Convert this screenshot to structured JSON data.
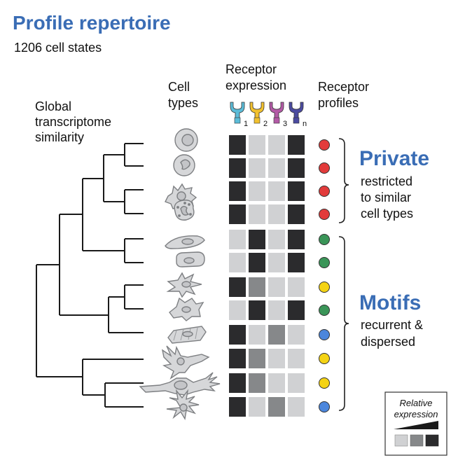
{
  "title": "Profile repertoire",
  "subtitle": "1206 cell states",
  "headers": {
    "dendrogram": [
      "Global",
      "transcriptome",
      "similarity"
    ],
    "cell_types": [
      "Cell",
      "types"
    ],
    "receptor_expression": [
      "Receptor",
      "expression"
    ],
    "receptor_profiles": [
      "Receptor",
      "profiles"
    ]
  },
  "receptors": [
    {
      "label": "1",
      "color": "#5bbcd8"
    },
    {
      "label": "2",
      "color": "#f2c12e"
    },
    {
      "label": "3",
      "color": "#b35aa6"
    },
    {
      "label": "n",
      "color": "#4b4ba0"
    }
  ],
  "groups": {
    "private": {
      "title": "Private",
      "desc": [
        "restricted",
        "to similar",
        "cell types"
      ]
    },
    "motifs": {
      "title": "Motifs",
      "desc": [
        "recurrent &",
        "dispersed"
      ]
    }
  },
  "legend": {
    "title": [
      "Relative",
      "expression"
    ]
  },
  "colors": {
    "title_blue": "#3a6db5",
    "expr_low": "#d0d1d3",
    "expr_mid": "#86888a",
    "expr_high": "#2b2b2d",
    "cell_fill": "#d6d7d9",
    "cell_stroke": "#7d7f82"
  },
  "profile_colors": {
    "red": "#e23b3b",
    "green": "#3a9558",
    "yellow": "#f4d314",
    "blue": "#4b86dc"
  },
  "rows": [
    {
      "cell": "round-cell-icon",
      "expression": [
        2,
        0,
        0,
        2
      ],
      "profile": "red"
    },
    {
      "cell": "kidney-nucleus-cell-icon",
      "expression": [
        2,
        0,
        0,
        2
      ],
      "profile": "red"
    },
    {
      "cell": "spiky-cell-icon",
      "expression": [
        2,
        0,
        0,
        2
      ],
      "profile": "red"
    },
    {
      "cell": "granular-cell-icon",
      "expression": [
        2,
        0,
        0,
        2
      ],
      "profile": "red"
    },
    {
      "cell": "spindle-cell-icon",
      "expression": [
        0,
        2,
        0,
        2
      ],
      "profile": "green"
    },
    {
      "cell": "epithelial-cell-icon",
      "expression": [
        0,
        2,
        0,
        2
      ],
      "profile": "green"
    },
    {
      "cell": "fibroblast-cell-icon",
      "expression": [
        2,
        1,
        0,
        0
      ],
      "profile": "yellow"
    },
    {
      "cell": "stellate-cell-icon",
      "expression": [
        0,
        2,
        0,
        2
      ],
      "profile": "green"
    },
    {
      "cell": "muscle-cell-icon",
      "expression": [
        2,
        0,
        1,
        0
      ],
      "profile": "blue"
    },
    {
      "cell": "pyramidal-neuron-icon",
      "expression": [
        2,
        1,
        0,
        0
      ],
      "profile": "yellow"
    },
    {
      "cell": "bipolar-neuron-icon",
      "expression": [
        2,
        1,
        0,
        0
      ],
      "profile": "yellow"
    },
    {
      "cell": "multipolar-neuron-icon",
      "expression": [
        2,
        0,
        1,
        0
      ],
      "profile": "blue"
    }
  ]
}
